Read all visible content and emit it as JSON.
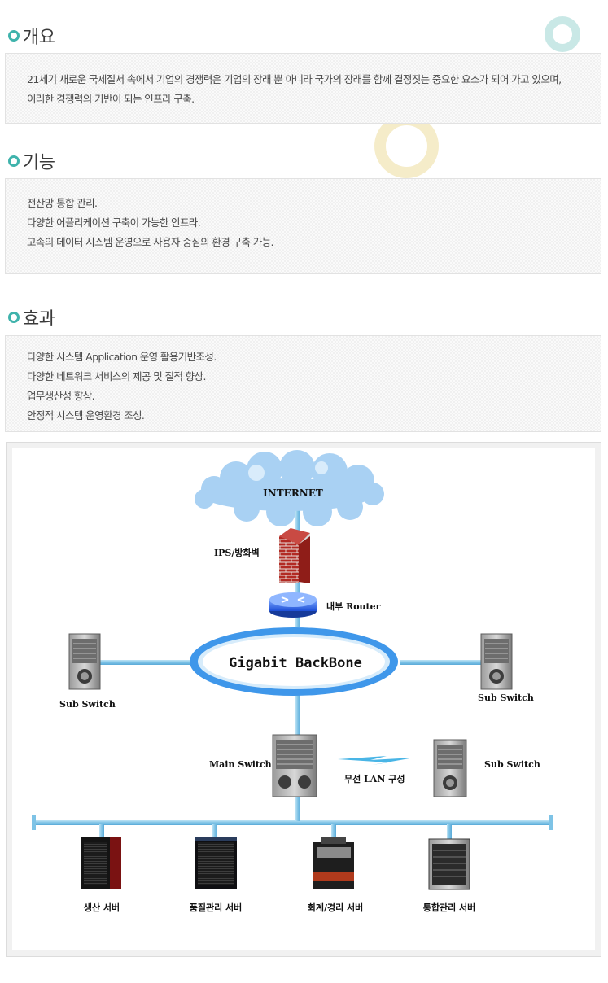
{
  "overview": {
    "title": "개요",
    "lines": [
      "21세기 새로운 국제질서 속에서 기업의 경쟁력은 기업의 장래 뿐 아니라 국가의 장래를 함께 결정짓는 중요한 요소가 되어 가고 있으며,",
      "이러한 경쟁력의 기반이 되는 인프라 구축."
    ]
  },
  "features": {
    "title": "기능",
    "lines": [
      "전산망 통합 관리.",
      "다양한 어플리케이션 구축이 가능한 인프라.",
      "고속의 데이터 시스템 운영으로 사용자 중심의 환경 구축 가능."
    ]
  },
  "effects": {
    "title": "효과",
    "lines": [
      "다양한 시스템 Application 운영 활용기반조성.",
      "다양한 네트워크 서비스의 제공 및 질적 향상.",
      "업무생산성 향상.",
      "안정적 시스템 운영환경 조성."
    ]
  },
  "diagram": {
    "internet": "INTERNET",
    "firewall": "IPS/방화벽",
    "router": "내부 Router",
    "backbone": "Gigabit BackBone",
    "sub_switch_left": "Sub Switch",
    "sub_switch_right_top": "Sub Switch",
    "main_switch": "Main Switch",
    "wireless": "무선 LAN 구성",
    "sub_switch_right_bottom": "Sub Switch",
    "servers": [
      "생산 서버",
      "품질관리 서버",
      "회계/경리 서버",
      "통합관리 서버"
    ]
  },
  "colors": {
    "accent_teal": "#3fb3ac",
    "deco_teal": "#c9e8e6",
    "deco_yellow": "#f5ecc9",
    "link_blue": "#7ec3e6",
    "backbone_blue": "#3f97ea",
    "cloud_blue": "#a9d1f3"
  }
}
